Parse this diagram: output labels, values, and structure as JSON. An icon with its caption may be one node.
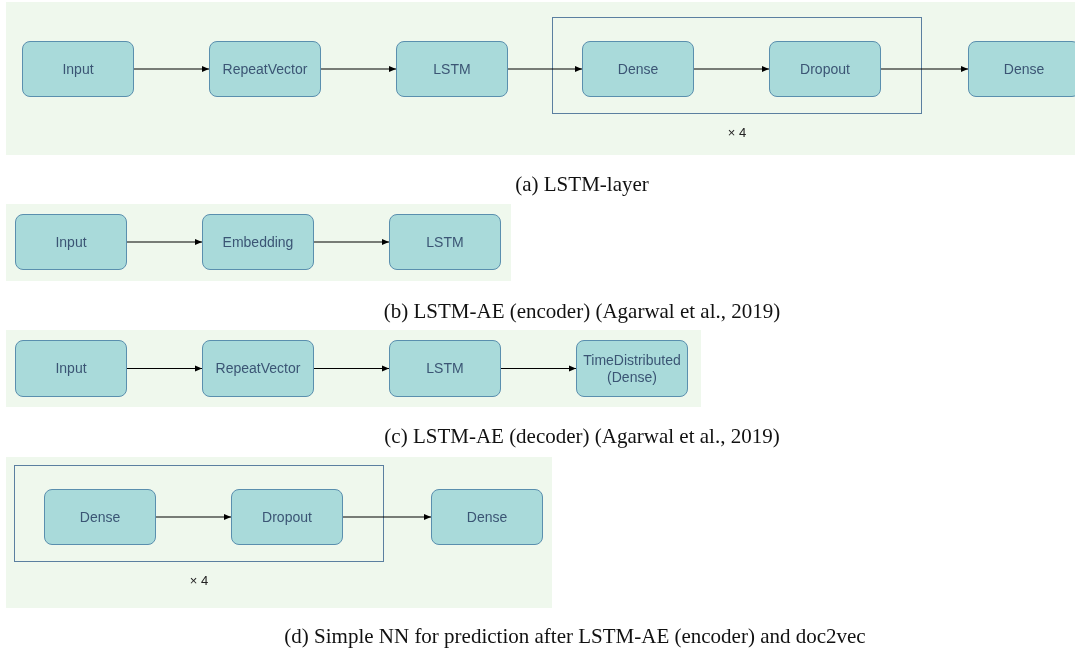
{
  "diagram": {
    "nodes": [
      {
        "text": [],
        "shape": "box"
      },
      {
        "text": [
          "Input"
        ],
        "in": 0
      },
      {
        "text": [
          "RepeatVector"
        ],
        "in": 0
      },
      {
        "text": [
          "LSTM"
        ],
        "in": 0
      },
      {
        "text": [
          "× 4"
        ],
        "in": 0
      },
      {
        "text": [
          "Dense"
        ],
        "in": 4
      },
      {
        "text": [
          "Dropout"
        ],
        "in": 4
      },
      {
        "text": [
          "Dense"
        ],
        "in": 0
      },
      {
        "text": [],
        "shape": "box"
      },
      {
        "text": [
          "Input"
        ],
        "in": 8
      },
      {
        "text": [
          "Embedding"
        ],
        "in": 8
      },
      {
        "text": [
          "LSTM"
        ],
        "in": 8
      },
      {
        "text": [],
        "shape": "box"
      },
      {
        "text": [
          "Input"
        ],
        "in": 12
      },
      {
        "text": [
          "RepeatVector"
        ],
        "in": 12
      },
      {
        "text": [
          "LSTM"
        ],
        "in": 12
      },
      {
        "text": [
          "TimeDistributed (Dense)"
        ],
        "in": 12
      },
      {
        "text": [],
        "shape": "box"
      },
      {
        "text": [
          "× 4"
        ],
        "in": 17
      },
      {
        "text": [
          "Dense"
        ],
        "in": 18
      },
      {
        "text": [
          "Dropout"
        ],
        "in": 18
      },
      {
        "text": [
          "Dense"
        ],
        "in": 17
      }
    ],
    "edges": [
      {
        "from": 1,
        "to": 2,
        "arrow": "to"
      },
      {
        "from": 2,
        "to": 3,
        "arrow": "to"
      },
      {
        "from": 3,
        "to": 5,
        "arrow": "to"
      },
      {
        "from": 5,
        "to": 6,
        "arrow": "to"
      },
      {
        "from": 6,
        "to": 7,
        "arrow": "to"
      },
      {
        "from": 9,
        "to": 10,
        "arrow": "to"
      },
      {
        "from": 10,
        "to": 11,
        "arrow": "to"
      },
      {
        "from": 13,
        "to": 14,
        "arrow": "to"
      },
      {
        "from": 14,
        "to": 15,
        "arrow": "to"
      },
      {
        "from": 15,
        "to": 16,
        "arrow": "to"
      },
      {
        "from": 19,
        "to": 20,
        "arrow": "to"
      },
      {
        "from": 20,
        "to": 21,
        "arrow": "to"
      }
    ],
    "labels": [
      "(a) LSTM-layer",
      "(b) LSTM-AE (encoder) (Agarwal et al., 2019)",
      "(c) LSTM-AE (decoder) (Agarwal et al., 2019)",
      "(d) Simple NN for prediction after LSTM-AE (encoder) and doc2vec"
    ]
  }
}
